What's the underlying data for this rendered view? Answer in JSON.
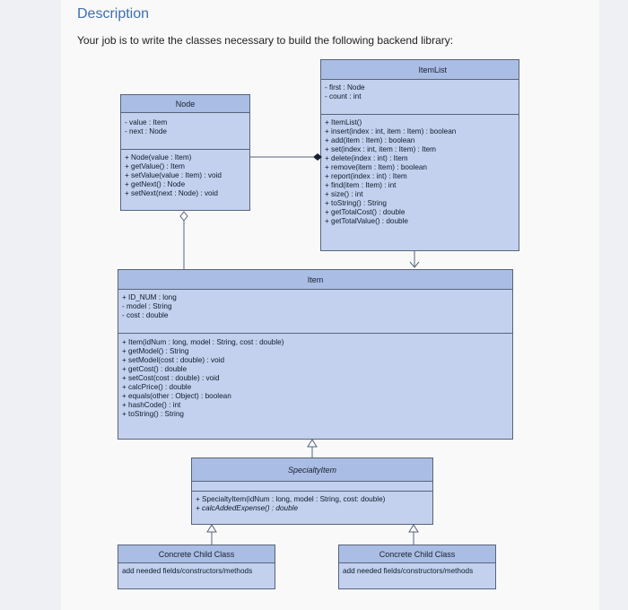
{
  "header": {
    "title": "Description",
    "subtitle": "Your job is to write the classes necessary to build the following backend library:"
  },
  "colors": {
    "heading": "#3c6fb0",
    "class_fill": "#c3d1ee",
    "class_title_fill": "#aabde4",
    "border": "#58647a"
  },
  "classes": {
    "node": {
      "name": "Node",
      "attributes": [
        "- value : Item",
        "- next : Node"
      ],
      "methods": [
        "+ Node(value : Item)",
        "+ getValue() : Item",
        "+ setValue(value : Item) : void",
        "+ getNext() : Node",
        "+ setNext(next : Node) : void"
      ]
    },
    "itemlist": {
      "name": "ItemList",
      "attributes": [
        "- first : Node",
        "- count : int"
      ],
      "methods": [
        "+ ItemList()",
        "+ insert(index : int, item : Item) : boolean",
        "+ add(item : Item) : boolean",
        "+ set(index : int, item : Item) : Item",
        "+ delete(index : int) : Item",
        "+ remove(item : Item) : boolean",
        "+ report(index : int) : Item",
        "+ find(item : Item) : int",
        "+ size() : int",
        "+ toString() : String",
        "+ getTotalCost() : double",
        "+ getTotalValue() : double"
      ]
    },
    "item": {
      "name": "Item",
      "attributes": [
        "+ ID_NUM : long",
        "- model : String",
        "- cost : double"
      ],
      "methods": [
        "+ Item(idNum : long, model : String, cost : double)",
        "+ getModel() : String",
        "+ setModel(cost : double) : void",
        "+ getCost() : double",
        "+ setCost(cost : double) : void",
        "+ calcPrice() : double",
        "+ equals(other : Object) : boolean",
        "+ hashCode() : int",
        "+ toString() : String"
      ]
    },
    "specialty": {
      "name": "SpecialtyItem",
      "methods": [
        "+ SpecialtyItem(idNum : long, model : String, cost: double)",
        "+ calcAddedExpense() : double"
      ]
    },
    "concrete_left": {
      "name": "Concrete Child Class",
      "body": "add needed fields/constructors/methods"
    },
    "concrete_right": {
      "name": "Concrete Child Class",
      "body": "add needed fields/constructors/methods"
    }
  }
}
